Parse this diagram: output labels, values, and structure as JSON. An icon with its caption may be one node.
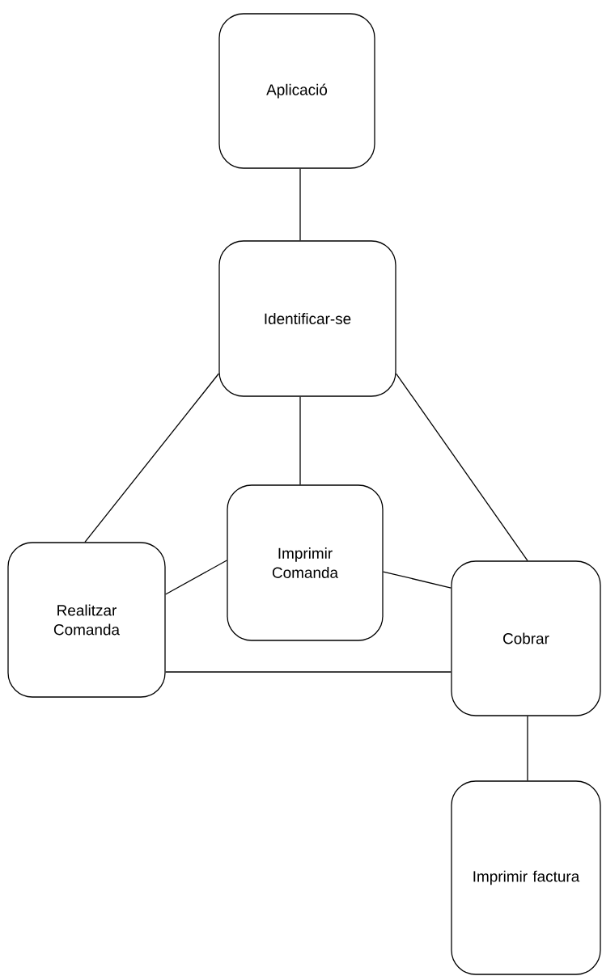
{
  "diagram": {
    "nodes": [
      {
        "text": [
          "Aplicació"
        ]
      },
      {
        "text": [
          "Identificar-se"
        ]
      },
      {
        "text": [
          "Imprimir Comanda"
        ]
      },
      {
        "text": [
          "Realitzar Comanda"
        ]
      },
      {
        "text": [
          "Cobrar"
        ]
      },
      {
        "text": [
          "Imprimir factura"
        ]
      }
    ],
    "edges": [
      {
        "from": 0,
        "to": 1,
        "arrow": "none"
      },
      {
        "from": 1,
        "to": 3,
        "arrow": "none"
      },
      {
        "from": 1,
        "to": 2,
        "arrow": "none"
      },
      {
        "from": 1,
        "to": 4,
        "arrow": "none"
      },
      {
        "from": 3,
        "to": 2,
        "arrow": "none"
      },
      {
        "from": 2,
        "to": 4,
        "arrow": "none"
      },
      {
        "from": 3,
        "to": 4,
        "arrow": "none"
      },
      {
        "from": 4,
        "to": 5,
        "arrow": "none"
      }
    ]
  }
}
